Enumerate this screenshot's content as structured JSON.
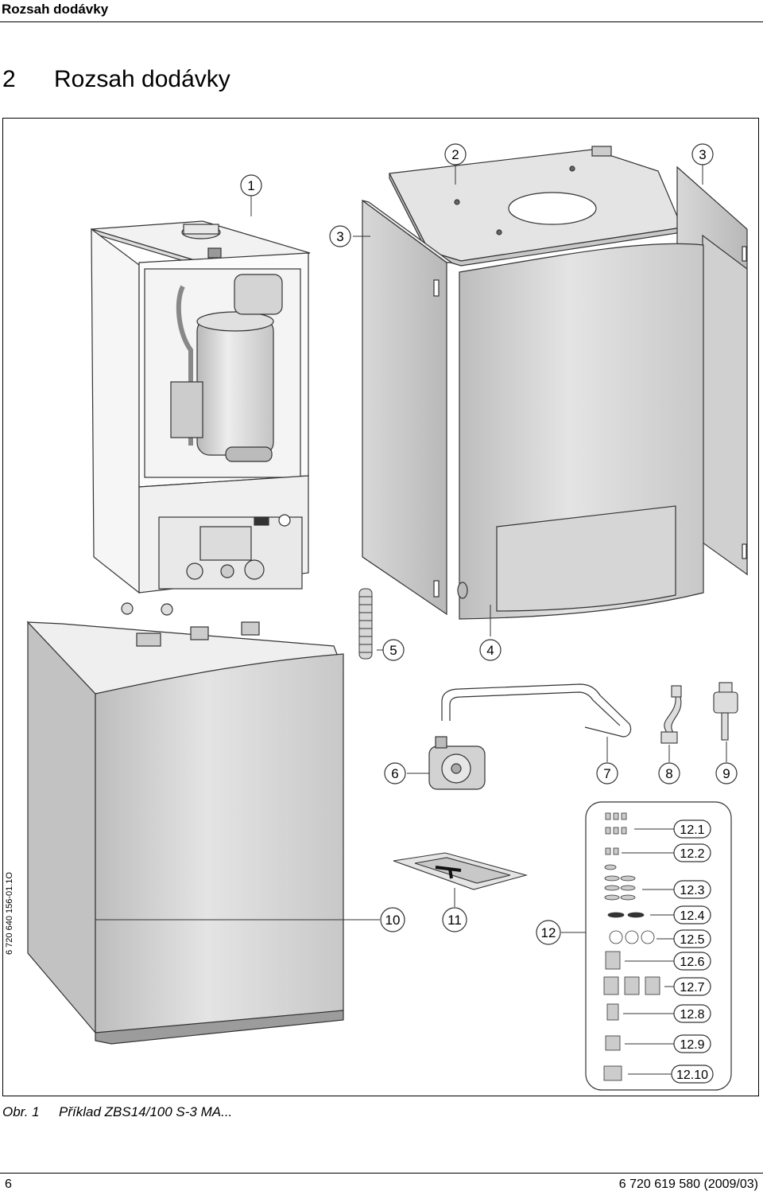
{
  "header": {
    "running_title": "Rozsah dodávky"
  },
  "section": {
    "number": "2",
    "title": "Rozsah dodávky"
  },
  "figure": {
    "callouts": [
      "1",
      "2",
      "3",
      "3",
      "4",
      "5",
      "6",
      "7",
      "8",
      "9",
      "10",
      "11",
      "12"
    ],
    "accessory_items": [
      "12.1",
      "12.2",
      "12.3",
      "12.4",
      "12.5",
      "12.6",
      "12.7",
      "12.8",
      "12.9",
      "12.10"
    ],
    "image_code": "6 720 640 156-01.1O"
  },
  "caption": {
    "label": "Obr. 1",
    "text": "Příklad ZBS14/100 S-3 MA..."
  },
  "footer": {
    "page_number": "6",
    "document_code": "6 720 619 580 (2009/03)"
  }
}
